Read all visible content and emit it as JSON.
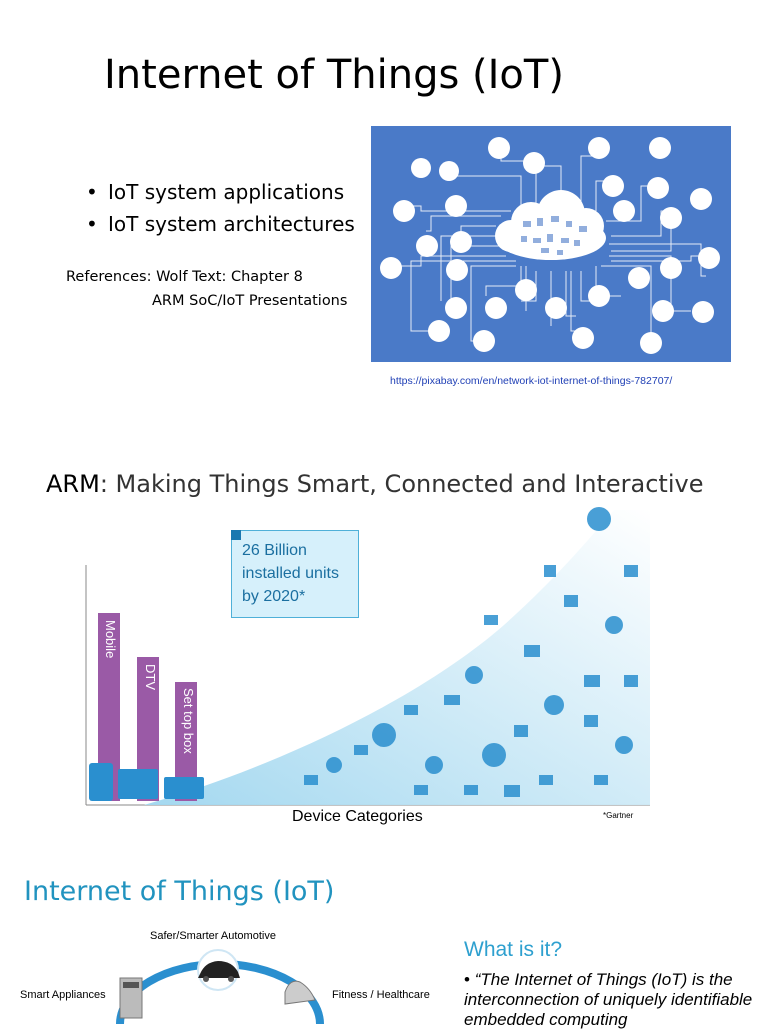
{
  "slide1": {
    "title": "Internet of Things (IoT)",
    "bullets": [
      "IoT system applications",
      "IoT system architectures"
    ],
    "references_line1": "References: Wolf Text: Chapter 8",
    "references_line2": "ARM SoC/IoT Presentations",
    "image_credit_url": "https://pixabay.com/en/network-iot-internet-of-things-782707/"
  },
  "slide2": {
    "title_brand": "ARM",
    "title_rest": ": Making Things Smart, Connected and Interactive",
    "callout_line1": "26 Billion",
    "callout_line2": "installed units",
    "callout_line3": "by 2020*",
    "bars": [
      "Mobile",
      "DTV",
      "Set top box"
    ],
    "xlabel": "Device Categories",
    "footnote": "*Gartner"
  },
  "slide3": {
    "title": "Internet of Things (IoT)",
    "labels": [
      "Safer/Smarter Automotive",
      "Smart Appliances",
      "Fitness / Healthcare"
    ],
    "what_heading": "What is it?",
    "quote": "“The Internet of Things (IoT) is the interconnection of uniquely identifiable embedded computing"
  },
  "colors": {
    "network_bg": "#4a7ac8",
    "bars": "#9a5aa6",
    "accent": "#2193bf"
  }
}
